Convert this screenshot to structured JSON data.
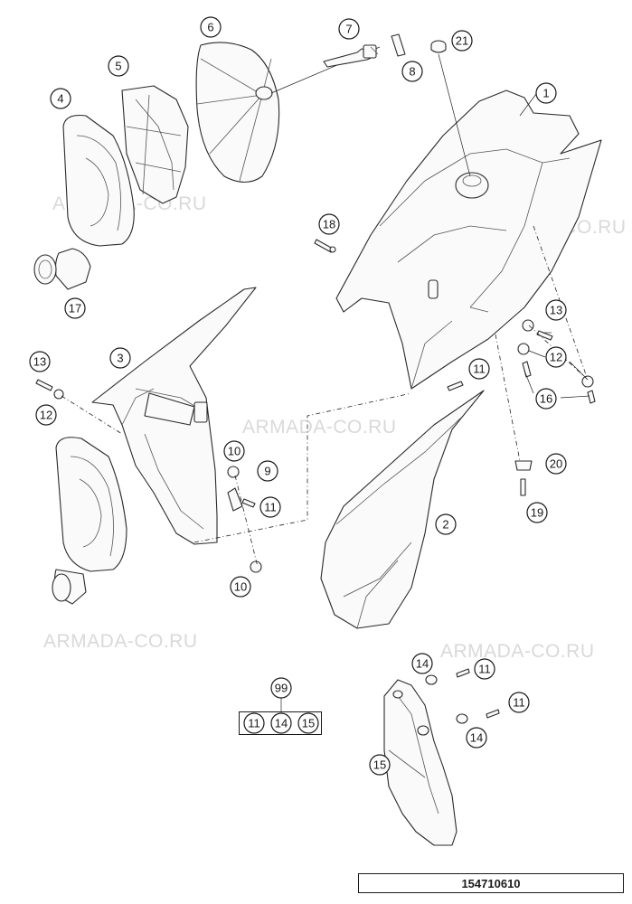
{
  "diagram": {
    "drawing_number": "154710610",
    "watermark": "ARMADA-CO.RU",
    "callouts": [
      {
        "id": "c1",
        "label": "1"
      },
      {
        "id": "c2",
        "label": "2"
      },
      {
        "id": "c3",
        "label": "3"
      },
      {
        "id": "c4",
        "label": "4"
      },
      {
        "id": "c5",
        "label": "5"
      },
      {
        "id": "c6",
        "label": "6"
      },
      {
        "id": "c7",
        "label": "7"
      },
      {
        "id": "c8",
        "label": "8"
      },
      {
        "id": "c9",
        "label": "9"
      },
      {
        "id": "c10a",
        "label": "10"
      },
      {
        "id": "c10b",
        "label": "10"
      },
      {
        "id": "c11a",
        "label": "11"
      },
      {
        "id": "c11b",
        "label": "11"
      },
      {
        "id": "c11c",
        "label": "11"
      },
      {
        "id": "c11d",
        "label": "11"
      },
      {
        "id": "c12a",
        "label": "12"
      },
      {
        "id": "c12b",
        "label": "12"
      },
      {
        "id": "c13a",
        "label": "13"
      },
      {
        "id": "c13b",
        "label": "13"
      },
      {
        "id": "c14a",
        "label": "14"
      },
      {
        "id": "c14b",
        "label": "14"
      },
      {
        "id": "c15",
        "label": "15"
      },
      {
        "id": "c16",
        "label": "16"
      },
      {
        "id": "c17",
        "label": "17"
      },
      {
        "id": "c18",
        "label": "18"
      },
      {
        "id": "c19",
        "label": "19"
      },
      {
        "id": "c20",
        "label": "20"
      },
      {
        "id": "c21",
        "label": "21"
      }
    ],
    "kit": {
      "label": "99",
      "contents": [
        "11",
        "14",
        "15"
      ]
    }
  }
}
